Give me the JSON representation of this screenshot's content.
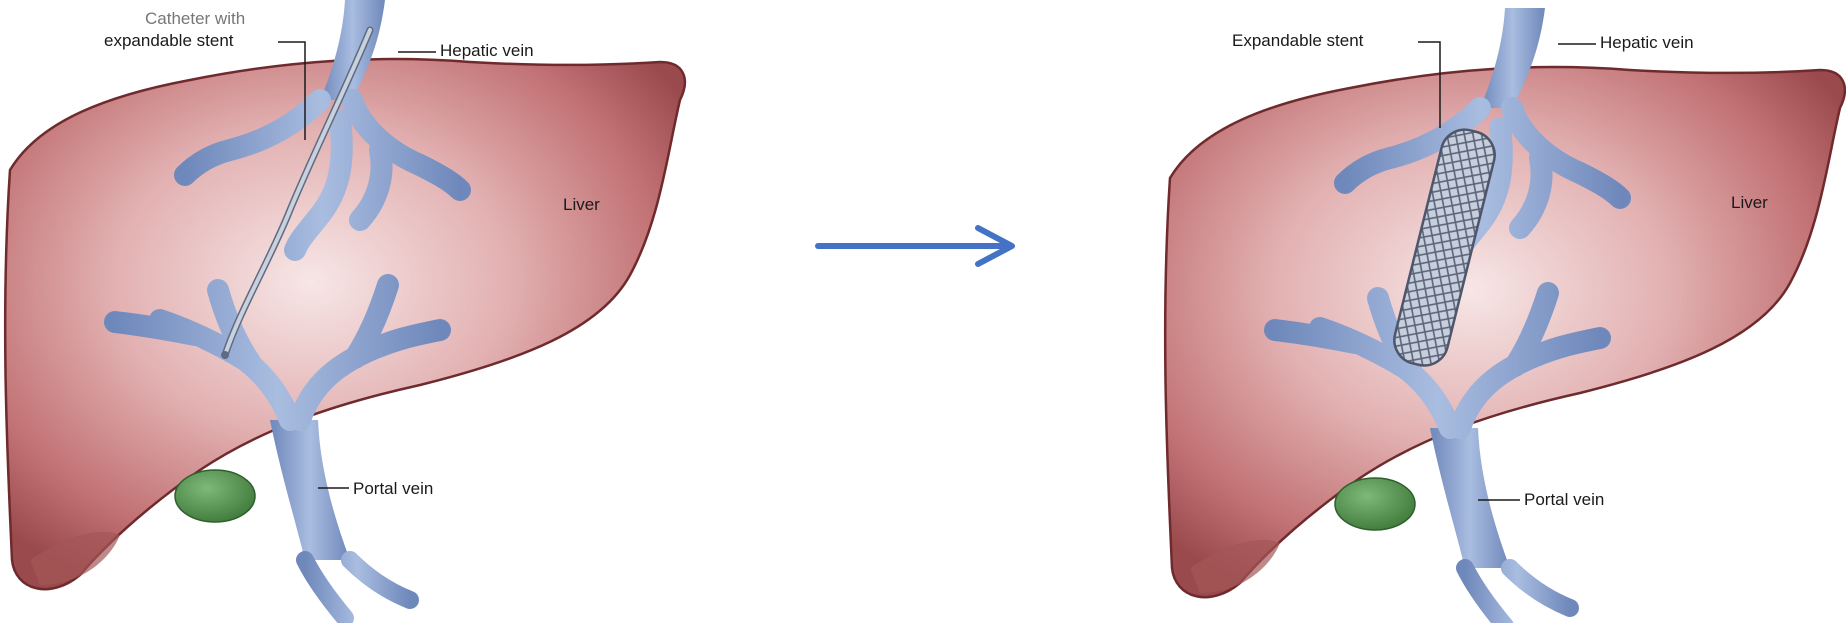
{
  "colors": {
    "liver_light": "#f3dcdc",
    "liver_mid": "#c77e80",
    "liver_dark": "#9a4a4c",
    "liver_outline": "#6e2a2c",
    "vein": "#8fa6cf",
    "vein_dark": "#6a82b5",
    "gallbladder": "#4f8a4a",
    "arrow": "#4472c4",
    "stent": "#b9c2d2"
  },
  "before": {
    "labels": {
      "catheter_line1": "Catheter with",
      "catheter_line2": "expandable stent",
      "hepatic_vein": "Hepatic vein",
      "liver": "Liver",
      "portal_vein": "Portal vein"
    }
  },
  "after": {
    "labels": {
      "stent": "Expandable stent",
      "hepatic_vein": "Hepatic vein",
      "liver": "Liver",
      "portal_vein": "Portal vein"
    }
  },
  "arrow_icon": "right-arrow-icon"
}
